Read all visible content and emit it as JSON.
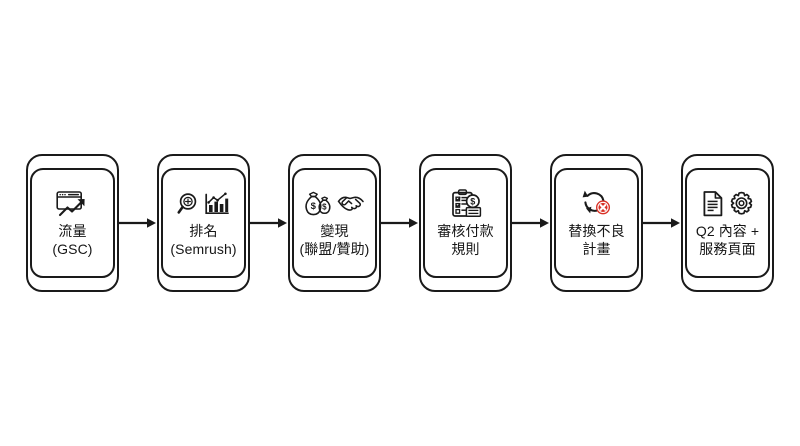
{
  "diagram": {
    "type": "horizontal-process-flow",
    "background_color": "#ffffff",
    "line_color": "#1a1a1a",
    "text_color": "#161616",
    "accent_color": "#D93025",
    "node_count": 6,
    "connector_count": 5,
    "connector_symbol": "→",
    "nodes": [
      {
        "id": "traffic",
        "line1": "流量",
        "line2": "(GSC)",
        "icons": [
          "browser-trending-up-icon"
        ]
      },
      {
        "id": "ranking",
        "line1": "排名",
        "line2": "(Semrush)",
        "icons": [
          "magnifier-icon",
          "bar-chart-trend-icon"
        ]
      },
      {
        "id": "monetization",
        "line1": "變現",
        "line2": "(聯盟/贊助)",
        "icons": [
          "money-bags-icon",
          "handshake-icon"
        ]
      },
      {
        "id": "payment-rules",
        "line1": "審核付款",
        "line2": "規則",
        "icons": [
          "clipboard-checklist-money-icon"
        ]
      },
      {
        "id": "replace-bad-plan",
        "line1": "替換不良",
        "line2": "計畫",
        "icons": [
          "refresh-cycle-error-icon"
        ]
      },
      {
        "id": "q2-content",
        "line1": "Q2 內容 +",
        "line2": "服務頁面",
        "icons": [
          "document-icon",
          "gear-icon"
        ]
      }
    ]
  }
}
